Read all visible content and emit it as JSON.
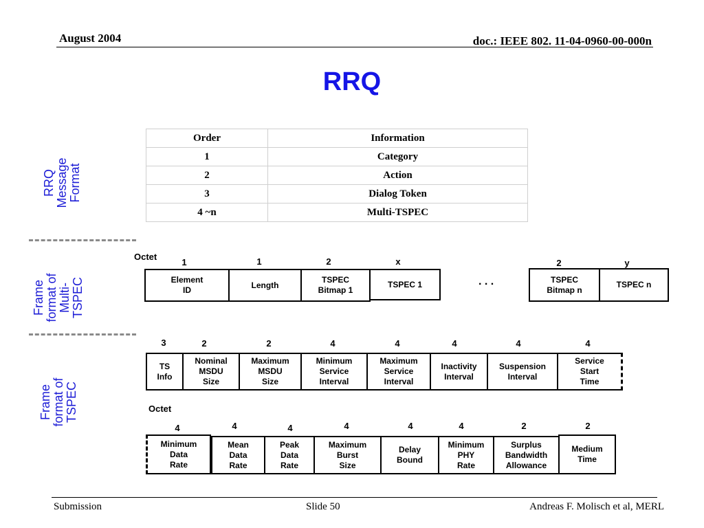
{
  "header": {
    "date": "August 2004",
    "doc_id": "doc.: IEEE 802. 11-04-0960-00-000n"
  },
  "title": "RRQ",
  "table": {
    "columns": [
      "Order",
      "Information"
    ],
    "rows": [
      [
        "1",
        "Category"
      ],
      [
        "2",
        "Action"
      ],
      [
        "3",
        "Dialog Token"
      ],
      [
        "4 ~n",
        "Multi-TSPEC"
      ]
    ]
  },
  "side_labels": {
    "message_format": "RRQ\nMessage\nFormat",
    "multi_tspec": "Frame\nformat of\nMulti-\nTSPEC",
    "tspec": "Frame\nformat of\nTSPEC"
  },
  "multi_tspec_frame": {
    "octet_label": "Octet",
    "fields": [
      {
        "label": "Element\nID",
        "octets": "1"
      },
      {
        "label": "Length",
        "octets": "1"
      },
      {
        "label": "TSPEC\nBitmap 1",
        "octets": "2"
      },
      {
        "label": "TSPEC 1",
        "octets": "x"
      },
      {
        "label": "TSPEC\nBitmap n",
        "octets": "2"
      },
      {
        "label": "TSPEC n",
        "octets": "y"
      }
    ],
    "ellipsis": ". . ."
  },
  "tspec_frame_row1": {
    "fields": [
      {
        "label": "TS\nInfo",
        "octets": "3"
      },
      {
        "label": "Nominal\nMSDU\nSize",
        "octets": "2"
      },
      {
        "label": "Maximum\nMSDU\nSize",
        "octets": "2"
      },
      {
        "label": "Minimum\nService\nInterval",
        "octets": "4"
      },
      {
        "label": "Maximum\nService\nInterval",
        "octets": "4"
      },
      {
        "label": "Inactivity\nInterval",
        "octets": "4"
      },
      {
        "label": "Suspension\nInterval",
        "octets": "4"
      },
      {
        "label": "Service\nStart\nTime",
        "octets": "4"
      }
    ]
  },
  "tspec_frame_row2": {
    "octet_label": "Octet",
    "fields": [
      {
        "label": "Minimum\nData\nRate",
        "octets": "4"
      },
      {
        "label": "Mean\nData\nRate",
        "octets": "4"
      },
      {
        "label": "Peak\nData\nRate",
        "octets": "4"
      },
      {
        "label": "Maximum\nBurst\nSize",
        "octets": "4"
      },
      {
        "label": "Delay\nBound",
        "octets": "4"
      },
      {
        "label": "Minimum\nPHY\nRate",
        "octets": "4"
      },
      {
        "label": "Surplus\nBandwidth\nAllowance",
        "octets": "2"
      },
      {
        "label": "Medium\nTime",
        "octets": "2"
      }
    ]
  },
  "footer": {
    "left": "Submission",
    "center": "Slide 50",
    "right": "Andreas F. Molisch et al, MERL"
  }
}
